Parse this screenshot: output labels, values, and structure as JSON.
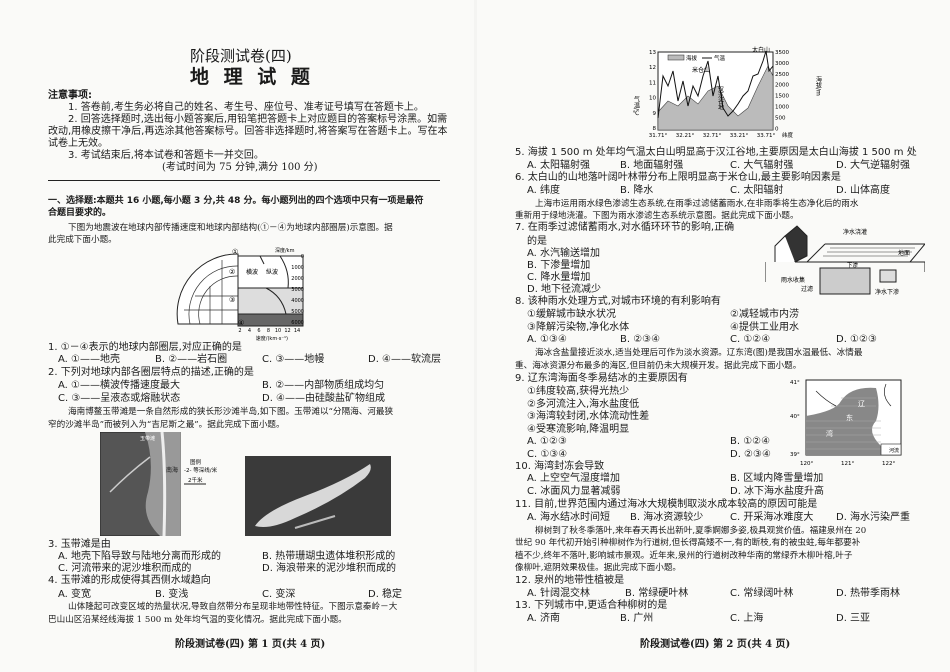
{
  "left": {
    "subtitle": "阶段测试卷(四)",
    "title": "地 理 试 题",
    "notice_heading": "注意事项:",
    "notice": [
      "1. 答卷前,考生务必将自己的姓名、考生号、座位号、准考证号填写在答题卡上。",
      "2. 回答选择题时,选出每小题答案后,用铅笔把答题卡上对应题目的答案标号涂黑。如需",
      "改动,用橡皮擦干净后,再选涂其他答案标号。回答非选择题时,将答案写在答题卡上。写在本",
      "试卷上无效。",
      "3. 考试结束后,将本试卷和答题卡一并交回。"
    ],
    "exam_info": "(考试时间为 75 分钟,满分 100 分)",
    "section": [
      "一、选择题:本题共 16 小题,每小题 3 分,共 48 分。每小题列出的四个选项中只有一项是最符",
      "合题目要求的。"
    ],
    "passage1": [
      "下图为地震波在地球内部传播速度和地球内部结构(①－④为地球内部圈层)示意图。据",
      "此完成下面小题。"
    ],
    "fig1": {
      "layer1": "①",
      "layer2": "②",
      "layer3": "③",
      "layer4": "④",
      "depth_label": "深度/km",
      "depths": [
        "0",
        "1000",
        "2000",
        "3000",
        "4000",
        "5000",
        "6000"
      ],
      "s_wave": "横波",
      "p_wave": "纵波",
      "speeds": [
        "2",
        "4",
        "6",
        "8",
        "10",
        "12",
        "14"
      ],
      "speed_label": "速度/(km·s⁻¹)"
    },
    "q1": {
      "stem": "1. ①－④表示的地球内部圈层,对应正确的是",
      "options": [
        "A. ①——地壳",
        "B. ②——岩石圈",
        "C. ③——地幔",
        "D. ④——软流层"
      ]
    },
    "q2": {
      "stem": "2. 下列对地球内部各圈层特点的描述,正确的是",
      "options": [
        "A. ①——横波传播速度最大",
        "B. ②——内部物质组成均匀",
        "C. ③——呈液态或熔融状态",
        "D. ④——由硅酸盐矿物组成"
      ]
    },
    "passage2": [
      "海南博鳌玉带滩是一条自然形成的狭长形沙滩半岛,如下图。玉带滩以“分隔海、河最狭",
      "窄的沙滩半岛”而被列入为“吉尼斯之最”。据此完成下面小题。"
    ],
    "fig2": {
      "legend_title": "图例",
      "legend_contour": "-2- 等深线/米",
      "scale": "2千米",
      "label_sea": "南海",
      "label_beach": "玉带滩"
    },
    "q3": {
      "stem": "3. 玉带滩是由",
      "options": [
        "A. 地壳下陷导致与陆地分离而形成的",
        "B. 热带珊瑚虫遗体堆积形成的",
        "C. 河流带来的泥沙堆积而成的",
        "D. 海浪带来的泥沙堆积而成的"
      ]
    },
    "q4": {
      "stem": "4. 玉带滩的形成使得其西侧水域趋向",
      "options": [
        "A. 变宽",
        "B. 变浅",
        "C. 变深",
        "D. 稳定"
      ]
    },
    "passage3": [
      "山体隆起可改变区域的热量状况,导致自然带分布呈现非地带性特征。下图示意秦岭－大",
      "巴山山区沿某经线海拔 1 500 m 处年均气温的变化情况。据此完成下面小题。"
    ],
    "footer": "阶段测试卷(四) 第 1 页(共 4 页)"
  },
  "right": {
    "chart": {
      "legend_elev": "海拔",
      "legend_temp": "气温",
      "peak1": "太白山",
      "peak2": "米仓山",
      "valley": "汉江谷地",
      "ylabel_left": "气温/℃",
      "ylabel_right": "海拔/m",
      "yticks_left": [
        "13",
        "12",
        "11",
        "10",
        "9",
        "8"
      ],
      "yticks_right": [
        "3500",
        "3000",
        "2500",
        "2000",
        "1500",
        "1000",
        "500",
        "0"
      ],
      "xticks": [
        "31.71°",
        "32.21°",
        "32.71°",
        "33.21°",
        "33.71°"
      ],
      "xlabel": "纬度"
    },
    "q5": {
      "stem": "5. 海拔 1 500 m 处年均气温太白山明显高于汉江谷地,主要原因是太白山海拔 1 500 m 处",
      "options": [
        "A. 太阳辐射强",
        "B. 地面辐射强",
        "C. 大气辐射强",
        "D. 大气逆辐射强"
      ]
    },
    "q6": {
      "stem": "6. 太白山的山地落叶阔叶林带分布上限明显高于米仓山,最主要影响因素是",
      "options": [
        "A. 纬度",
        "B. 降水",
        "C. 太阳辐射",
        "D. 山体高度"
      ]
    },
    "passage4": [
      "上海市运用雨水绿色渗滤生态系统,在雨季过滤储蓄雨水,在非雨季将生态净化后的雨水",
      "重新用于绿地浇灌。下图为雨水渗滤生态系统示意图。据此完成下面小题。"
    ],
    "q7": {
      "stem": [
        "7. 在雨季过滤储蓄雨水,对水循环环节的影响,正确",
        "的是"
      ],
      "options": [
        "A. 水汽输送增加",
        "B. 下渗量增加",
        "C. 降水量增加",
        "D. 地下径流减少"
      ]
    },
    "fig3": {
      "irrigation": "净水浇灌",
      "ground": "地面",
      "infiltrate": "下渗",
      "collect": "雨水收集",
      "filter": "过滤",
      "clean_infiltrate": "净水下渗"
    },
    "q8": {
      "stem": "8. 该种雨水处理方式,对城市环境的有利影响有",
      "items": [
        "①缓解城市缺水状况",
        "②减轻城市内涝",
        "③降解污染物,净化水体",
        "④提供工业用水"
      ],
      "options": [
        "A. ①③④",
        "B. ②③④",
        "C. ①②④",
        "D. ①②③"
      ]
    },
    "passage5": [
      "海冰含盐量接近淡水,适当处理后可作为淡水资源。辽东湾(图)是我国水温最低、冰情最",
      "重、海冰资源分布最多的海区,但目前仍未大规模开发。据此完成下面小题。"
    ],
    "q9": {
      "stem": "9. 辽东湾海面冬季易结冰的主要原因有",
      "items": [
        "①纬度较高,获得光热少",
        "②多河流注入,海水盐度低",
        "③海湾较封闭,水体流动性差",
        "④受寒流影响,降温明显"
      ],
      "options": [
        "A. ①②③",
        "B. ①②④",
        "C. ①③④",
        "D. ②③④"
      ]
    },
    "fig4": {
      "lat": [
        "41°",
        "40°",
        "39°"
      ],
      "lon": [
        "120°",
        "121°",
        "122°"
      ],
      "label": [
        "辽",
        "东",
        "湾"
      ],
      "legend_river": "河流"
    },
    "q10": {
      "stem": "10. 海湾封冻会导致",
      "options": [
        "A. 上空空气湿度增加",
        "B. 区域内降雪量增加",
        "C. 冰面风力显著减弱",
        "D. 冰下海水盐度升高"
      ]
    },
    "q11": {
      "stem": "11. 目前,世界范围内通过海冰大规模制取淡水成本较高的原因可能是",
      "options": [
        "A. 海水结冰时间短",
        "B. 海冰资源较少",
        "C. 开采海冰难度大",
        "D. 海水污染严重"
      ]
    },
    "passage6": [
      "柳树到了秋冬季落叶,来年春天再长出新叶,夏季婀娜多姿,极具观赏价值。福建泉州在 20",
      "世纪 90 年代初开始引种柳树作为行道树,但长得高矮不一,有的断枝,有的被虫蛀,每年都要补",
      "植不少,终年不落叶,影响城市景观。近年来,泉州的行道树改种华南的常绿乔木柳叶榕,叶子",
      "像柳叶,遮阴效果极佳。据此完成下面小题。"
    ],
    "q12": {
      "stem": "12. 泉州的地带性植被是",
      "options": [
        "A. 针阔混交林",
        "B. 常绿硬叶林",
        "C. 常绿阔叶林",
        "D. 热带季雨林"
      ]
    },
    "q13": {
      "stem": "13. 下列城市中,更适合种柳树的是",
      "options": [
        "A. 济南",
        "B. 广州",
        "C. 上海",
        "D. 三亚"
      ]
    },
    "footer": "阶段测试卷(四) 第 2 页(共 4 页)"
  }
}
